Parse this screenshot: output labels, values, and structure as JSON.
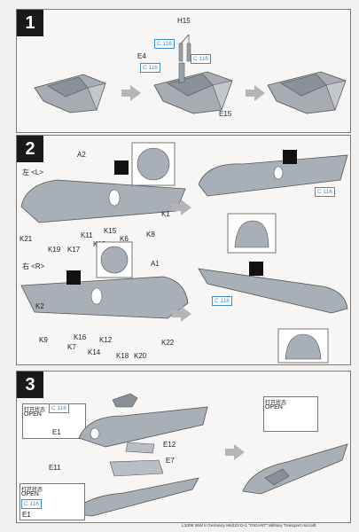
{
  "steps": [
    {
      "number": "1"
    },
    {
      "number": "2"
    },
    {
      "number": "3"
    }
  ],
  "step1": {
    "parts": {
      "h15": "H15",
      "e4": "E4",
      "e15": "E15"
    },
    "color_tags": [
      "C 116",
      "C 116",
      "C 116"
    ]
  },
  "step2": {
    "left": {
      "part": "A2",
      "side_label": "左 <L>",
      "parts": [
        "K1",
        "K21",
        "K19",
        "K11",
        "K15",
        "K6",
        "K8",
        "K17",
        "K13"
      ]
    },
    "right": {
      "part": "A1",
      "side_label": "右 <R>",
      "parts": [
        "K2",
        "K9",
        "K16",
        "K7",
        "K12",
        "K14",
        "K18",
        "K20",
        "K22"
      ]
    },
    "color_tags": [
      "C 116",
      "C 116"
    ]
  },
  "step3": {
    "open_text_cn": "打开状态",
    "open_text_en": "OPEN",
    "parts": {
      "e1a": "E1",
      "e1b": "E1",
      "e11": "E11",
      "e12": "E12",
      "e7": "E7"
    },
    "color_tags": [
      "C 116",
      "C 116"
    ]
  },
  "footer": "L1006 WW II Germany Me323 D-1 \"GIGANT\" Military Transport Aircraft"
}
